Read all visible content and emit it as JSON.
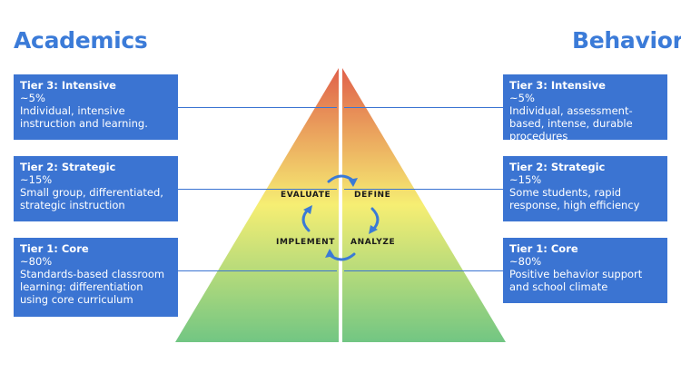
{
  "headings": {
    "academics": "Academics",
    "behavior": "Behavior"
  },
  "academics": {
    "tier3": {
      "title": "Tier 3: Intensive",
      "percent": "~5%",
      "desc": "Individual, intensive instruction and learning."
    },
    "tier2": {
      "title": "Tier 2: Strategic",
      "percent": "~15%",
      "desc": "Small group, differentiated, strategic instruction"
    },
    "tier1": {
      "title": "Tier 1: Core",
      "percent": "~80%",
      "desc": "Standards-based classroom learning: differentiation using core curriculum"
    }
  },
  "behavior": {
    "tier3": {
      "title": "Tier 3: Intensive",
      "percent": "~5%",
      "desc": "Individual, assessment-based, intense, durable procedures"
    },
    "tier2": {
      "title": "Tier 2: Strategic",
      "percent": "~15%",
      "desc": "Some students, rapid response, high efficiency"
    },
    "tier1": {
      "title": "Tier 1: Core",
      "percent": "~80%",
      "desc": "Positive behavior support and school climate"
    }
  },
  "cycle": {
    "evaluate": "EVALUATE",
    "define": "DEFINE",
    "implement": "IMPLEMENT",
    "analyze": "ANALYZE"
  },
  "colors": {
    "tier_box": "#3b74d2",
    "heading": "#3b7bd8",
    "pyramid_top": "#e0604a",
    "pyramid_middle": "#f6ee73",
    "pyramid_bottom": "#72c683",
    "arrow": "#3a7ad6"
  }
}
